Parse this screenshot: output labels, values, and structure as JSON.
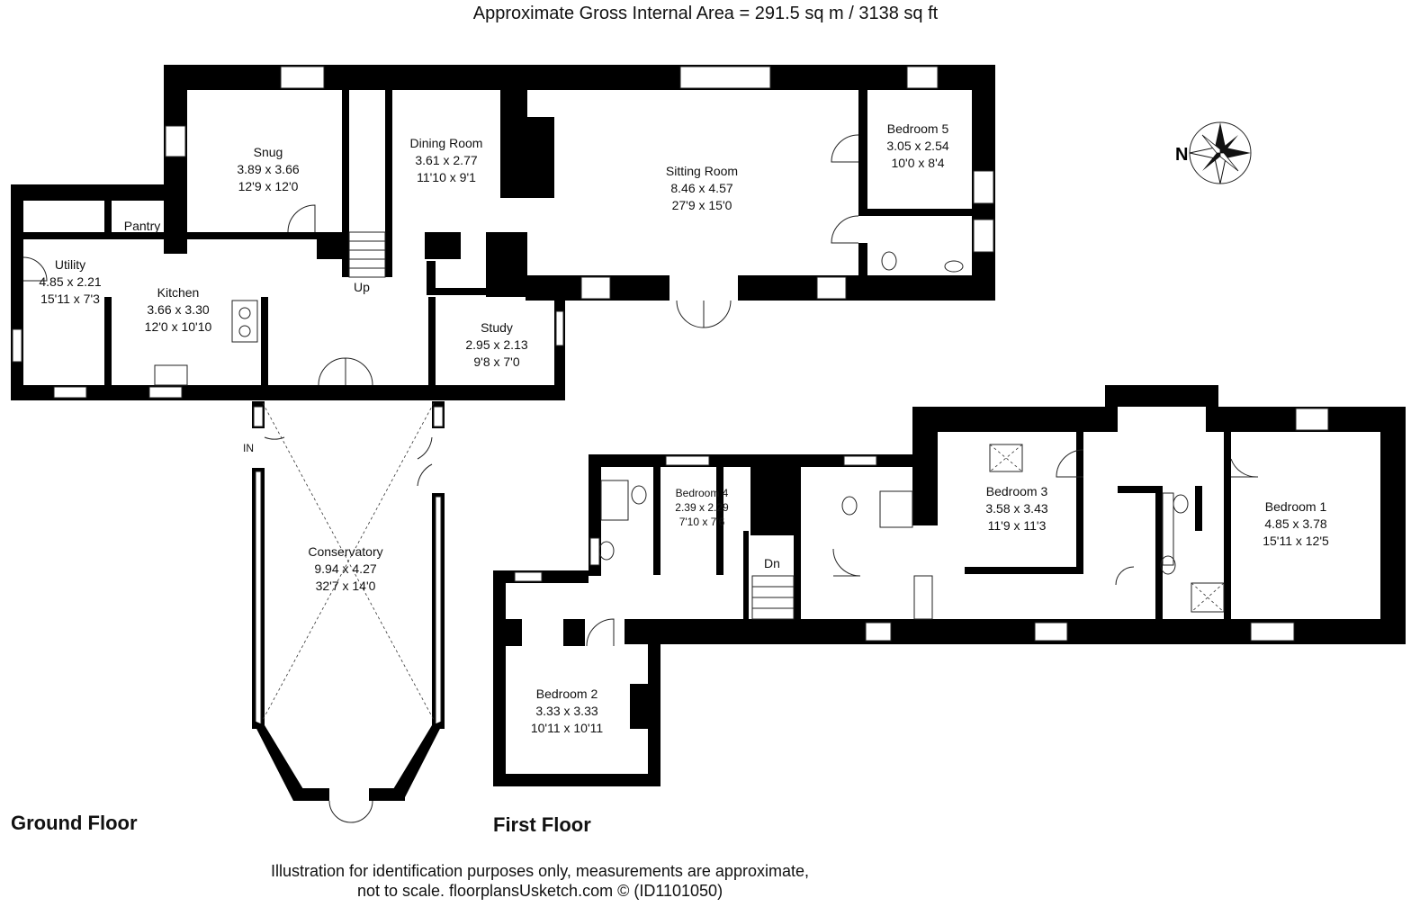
{
  "header": {
    "title": "Approximate Gross Internal Area  = 291.5 sq m / 3138 sq ft"
  },
  "compass": {
    "label": "N",
    "icon": "compass-rose-icon"
  },
  "ground_floor": {
    "label": "Ground Floor",
    "rooms": [
      {
        "name": "Snug",
        "metric": "3.89 x 3.66",
        "imperial": "12'9 x 12'0"
      },
      {
        "name": "Dining Room",
        "metric": "3.61 x 2.77",
        "imperial": "11'10 x 9'1"
      },
      {
        "name": "Sitting Room",
        "metric": "8.46 x 4.57",
        "imperial": "27'9 x 15'0"
      },
      {
        "name": "Bedroom 5",
        "metric": "3.05 x 2.54",
        "imperial": "10'0 x 8'4"
      },
      {
        "name": "Pantry"
      },
      {
        "name": "Utility",
        "metric": "4.85 x 2.21",
        "imperial": "15'11 x 7'3"
      },
      {
        "name": "Kitchen",
        "metric": "3.66 x 3.30",
        "imperial": "12'0 x 10'10"
      },
      {
        "name": "Study",
        "metric": "2.95 x 2.13",
        "imperial": "9'8 x 7'0"
      },
      {
        "name": "Conservatory",
        "metric": "9.94 x 4.27",
        "imperial": "32'7 x 14'0"
      }
    ],
    "stairs_label": "Up",
    "entrance_label": "IN"
  },
  "first_floor": {
    "label": "First Floor",
    "rooms": [
      {
        "name": "Bedroom 4",
        "metric": "2.39 x 2.29",
        "imperial": "7'10 x 7'6"
      },
      {
        "name": "Bedroom 3",
        "metric": "3.58 x 3.43",
        "imperial": "11'9 x 11'3"
      },
      {
        "name": "Bedroom 1",
        "metric": "4.85 x 3.78",
        "imperial": "15'11 x 12'5"
      },
      {
        "name": "Bedroom 2",
        "metric": "3.33 x 3.33",
        "imperial": "10'11 x 10'11"
      }
    ],
    "stairs_label": "Dn"
  },
  "footer": {
    "line1": "Illustration for identification purposes only, measurements are approximate,",
    "line2": "not to scale. floorplansUsketch.com © (ID1101050)"
  }
}
